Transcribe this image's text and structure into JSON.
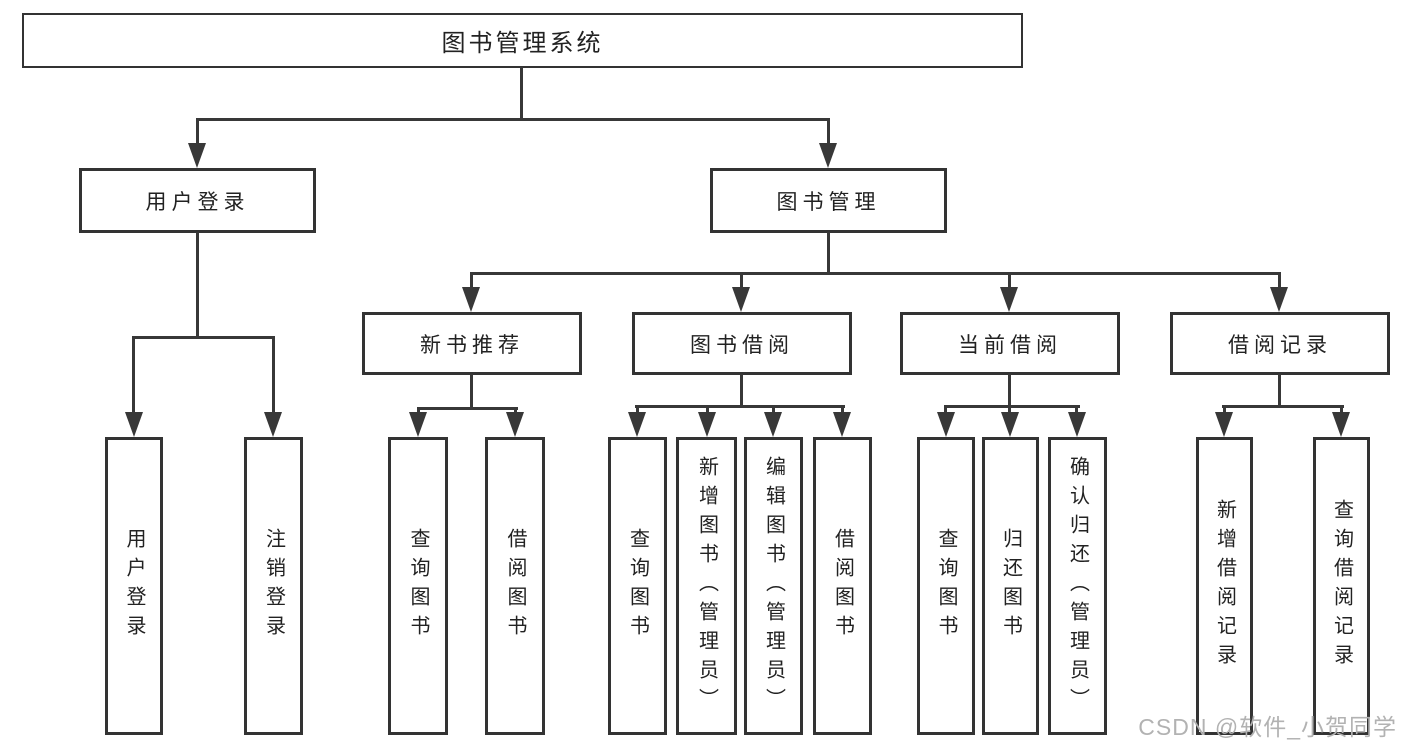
{
  "tree": {
    "root": "图书管理系统",
    "branches": [
      {
        "label": "用户登录",
        "children": [
          "用户登录",
          "注销登录"
        ]
      },
      {
        "label": "图书管理",
        "groups": [
          {
            "label": "新书推荐",
            "children": [
              "查询图书",
              "借阅图书"
            ]
          },
          {
            "label": "图书借阅",
            "children": [
              "查询图书",
              "新增图书（管理员）",
              "编辑图书（管理员）",
              "借阅图书"
            ]
          },
          {
            "label": "当前借阅",
            "children": [
              "查询图书",
              "归还图书",
              "确认归还（管理员）"
            ]
          },
          {
            "label": "借阅记录",
            "children": [
              "新增借阅记录",
              "查询借阅记录"
            ]
          }
        ]
      }
    ]
  },
  "watermark": "CSDN @软件_小贺同学",
  "colors": {
    "line": "#383838",
    "text": "#222222",
    "watermark": "#b2b2b2",
    "background": "#ffffff"
  }
}
